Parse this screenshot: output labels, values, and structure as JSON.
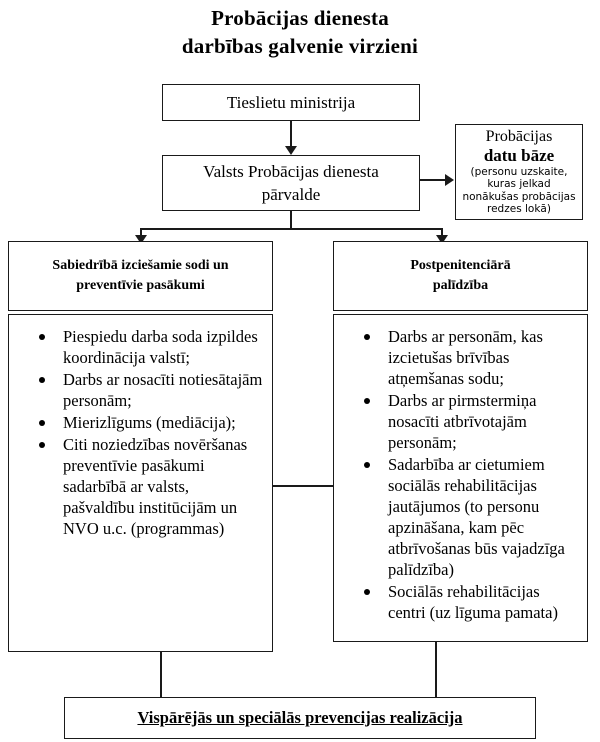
{
  "title": {
    "line1": "Probācijas dienesta",
    "line2": "darbības galvenie virzieni"
  },
  "nodes": {
    "ministry": {
      "label": "Tieslietu ministrija"
    },
    "administration": {
      "line1": "Valsts Probācijas dienesta",
      "line2": "pārvalde"
    },
    "database": {
      "line1": "Probācijas",
      "line2": "datu bāze",
      "note": "(personu uzskaite, kuras jelkad nonākušas probācijas redzes lokā)"
    },
    "left_header": {
      "line1": "Sabiedrībā izciešamie sodi un",
      "line2": "preventīvie pasākumi"
    },
    "right_header": {
      "line1": "Postpenitenciārā",
      "line2": "palīdzība"
    },
    "bottom": {
      "label": "Vispārējās un speciālās prevencijas realizācija"
    }
  },
  "left_list": [
    "Piespiedu darba soda izpildes koordinācija valstī;",
    "Darbs ar nosacīti notiesātajām personām;",
    "Mierizlīgums (mediācija);",
    "Citi noziedzības novēršanas preventīvie pasākumi sadarbībā ar valsts, pašvaldību institūcijām un NVO u.c. (programmas)"
  ],
  "right_list": [
    "Darbs ar personām, kas izcietušas brīvības atņemšanas sodu;",
    "Darbs ar pirmstermiņa nosacīti atbrīvotajām personām;",
    "Sadarbība ar cietumiem sociālās rehabilitācijas jautājumos (to personu apzināšana, kam pēc atbrīvošanas būs vajadzīga palīdzība)",
    "Sociālās rehabilitācijas centri (uz līguma pamata)"
  ],
  "colors": {
    "ink": "#1a1a1a",
    "background": "#ffffff"
  }
}
